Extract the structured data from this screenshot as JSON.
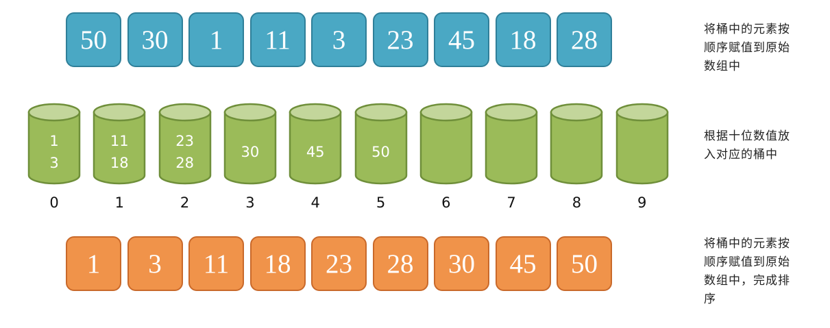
{
  "original_array": [
    "50",
    "30",
    "1",
    "11",
    "3",
    "23",
    "45",
    "18",
    "28"
  ],
  "buckets": [
    {
      "index": "0",
      "values": [
        "1",
        "3"
      ]
    },
    {
      "index": "1",
      "values": [
        "11",
        "18"
      ]
    },
    {
      "index": "2",
      "values": [
        "23",
        "28"
      ]
    },
    {
      "index": "3",
      "values": [
        "30"
      ]
    },
    {
      "index": "4",
      "values": [
        "45"
      ]
    },
    {
      "index": "5",
      "values": [
        "50"
      ]
    },
    {
      "index": "6",
      "values": []
    },
    {
      "index": "7",
      "values": []
    },
    {
      "index": "8",
      "values": []
    },
    {
      "index": "9",
      "values": []
    }
  ],
  "sorted_array": [
    "1",
    "3",
    "11",
    "18",
    "23",
    "28",
    "30",
    "45",
    "50"
  ],
  "notes": {
    "top": [
      "将桶中的元素按",
      "顺序赋值到原始",
      "数组中"
    ],
    "middle": [
      "根据十位数值放",
      "入对应的桶中"
    ],
    "bottom": [
      "将桶中的元素按",
      "顺序赋值到原始",
      "数组中，完成排",
      "序"
    ]
  },
  "colors": {
    "top_box_fill": "#4aa8c4",
    "top_box_border": "#2f7f99",
    "bucket_fill": "#9bbb59",
    "bucket_border": "#6f8f3a",
    "bucket_rim": "#c3d69b",
    "bottom_box_fill": "#f0934a",
    "bottom_box_border": "#c9692a"
  }
}
